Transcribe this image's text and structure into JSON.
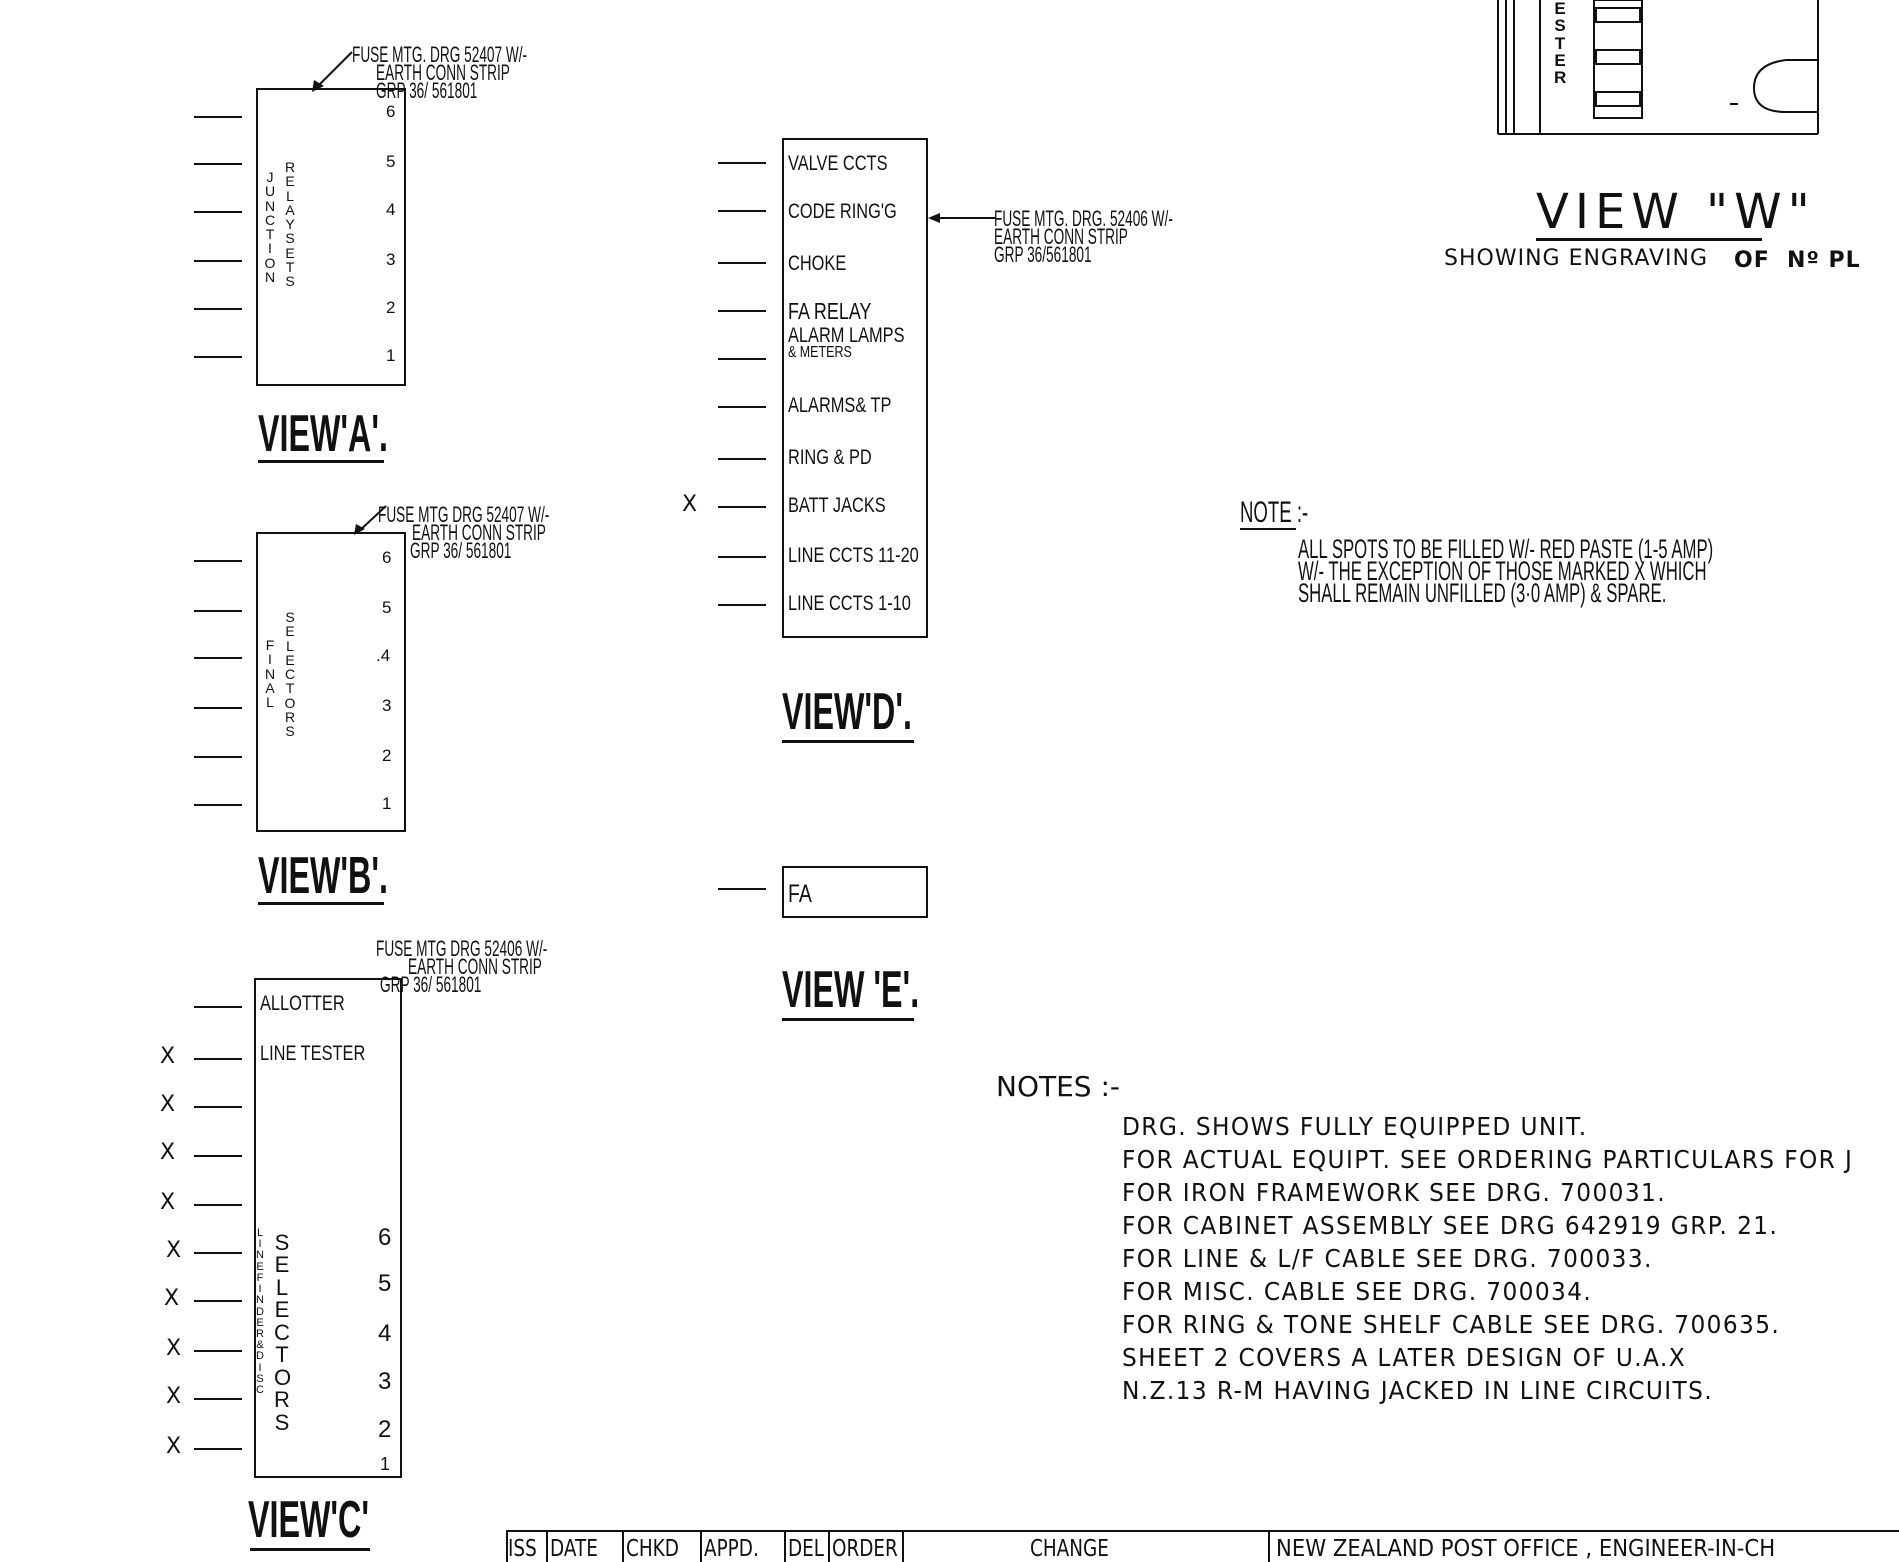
{
  "view_a": {
    "callout": [
      "FUSE MTG. DRG 52407 W/-",
      "EARTH CONN STRIP",
      "GRP 36/ 561801"
    ],
    "vertical_left": "JUNCTION",
    "vertical_right": "RELAYSETS",
    "numbers": [
      "6",
      "5",
      "4",
      "3",
      "2",
      "1"
    ],
    "title": "VIEW'A'."
  },
  "view_b": {
    "callout": [
      "FUSE MTG DRG 52407 W/-",
      "EARTH CONN STRIP",
      "GRP 36/ 561801"
    ],
    "vertical_left": "FINAL",
    "vertical_right": "SELECTORS",
    "numbers": [
      "6",
      "5",
      ".4",
      "3",
      "2",
      "1"
    ],
    "title": "VIEW'B'."
  },
  "view_c": {
    "callout": [
      "FUSE MTG DRG 52406 W/-",
      "EARTH CONN STRIP",
      "GRP 36/ 561801"
    ],
    "row1": "ALLOTTER",
    "row2": "LINE TESTER",
    "vertical_left": "LINEFINDER&DISC",
    "vertical_right": "SELECTORS",
    "numbers": [
      "6",
      "5",
      "4",
      "3",
      "2",
      "1"
    ],
    "title": "VIEW'C'",
    "x_mark": "X"
  },
  "view_d": {
    "rows": [
      "VALVE CCTS",
      "CODE RING'G",
      "CHOKE",
      "FA RELAY",
      "ALARM LAMPS",
      "& METERS",
      "ALARMS& TP",
      "RING & PD",
      "BATT JACKS",
      "LINE CCTS 11-20",
      "LINE CCTS 1-10"
    ],
    "x_mark": "X",
    "callout": [
      "FUSE MTG. DRG. 52406 W/-",
      "EARTH CONN STRIP",
      "GRP 36/561801"
    ],
    "title": "VIEW'D'."
  },
  "view_e": {
    "row": "FA",
    "title": "VIEW 'E'."
  },
  "view_w": {
    "vertical": "ESTER",
    "title": "VIEW \"W\"",
    "subtitle": "SHOWING ENGRAVING",
    "subtitle_tail": "OF  Nº PL"
  },
  "note": {
    "heading": "NOTE :-",
    "lines": [
      "ALL SPOTS TO BE FILLED W/- RED PASTE (1-5 AMP)",
      "W/- THE EXCEPTION OF THOSE MARKED X WHICH",
      "SHALL REMAIN UNFILLED (3·0 AMP) & SPARE."
    ]
  },
  "notes": {
    "heading": "NOTES :-",
    "lines": [
      "DRG. SHOWS FULLY EQUIPPED UNIT.",
      "FOR ACTUAL EQUIPT. SEE ORDERING PARTICULARS FOR J",
      "FOR IRON FRAMEWORK SEE DRG. 700031.",
      "FOR CABINET ASSEMBLY  SEE  DRG 642919  GRP. 21.",
      "FOR LINE & L/F CABLE  SEE  DRG. 700033.",
      "FOR MISC. CABLE  SEE  DRG. 700034.",
      "FOR RING & TONE SHELF CABLE SEE DRG. 700635.",
      "SHEET 2 COVERS A LATER DESIGN OF U.A.X",
      "N.Z.13 R-M HAVING JACKED IN LINE CIRCUITS."
    ]
  },
  "title_block": {
    "cols": [
      "ISS",
      "DATE",
      "CHKD",
      "APPD.",
      "DEL",
      "ORDER"
    ],
    "change": "CHANGE",
    "org": "NEW ZEALAND POST OFFICE , ENGINEER-IN-CH"
  }
}
